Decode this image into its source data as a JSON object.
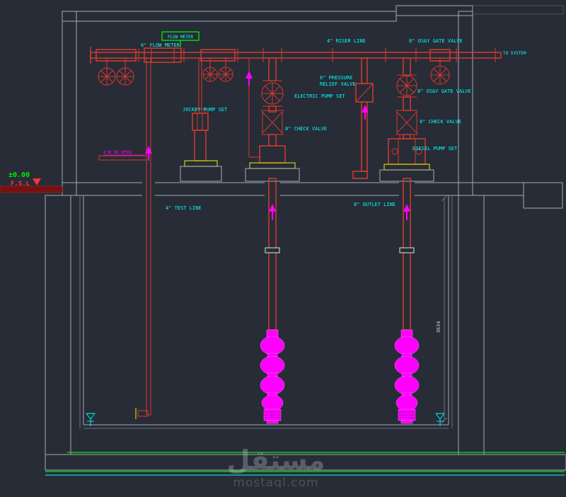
{
  "colors": {
    "background": "#272c36",
    "pipe_red": "#d8382e",
    "pump_magenta": "#ff00ff",
    "label_cyan": "#00ffff",
    "level_green": "#00ee00",
    "structure_gray": "#a6adb6",
    "fsl_bar_maroon": "#771111"
  },
  "labels": {
    "flow_meter": "6\" FLOW METER",
    "flow_tag": "FLOW METER",
    "riser_line": "4\" RISER LINE",
    "osy_gate_top": "8\" OS&Y GATE VALVE",
    "to_system": "TO SYSTEM",
    "pressure_relief_l1": "6\" PRESSURE",
    "pressure_relief_l2": "RELIEF VALVE",
    "electric_pump_set": "ELECTRIC PUMP SET",
    "osy_gate_right": "8\" OS&Y GATE VALVE",
    "check_valve_electric": "8\" CHECK VALVE",
    "check_valve_diesel": "8\" CHECK VALVE",
    "jockey_pump_set": "JOCKEY PUMP SET",
    "diesel_pump_set": "DIESEL PUMP SET",
    "open_note": "4\"Ø IN OPEN",
    "level_zero": "±0.00",
    "fsl": "F.S.L",
    "test_line": "4\" TEST LINE",
    "outlet_line": "8\" OUTLET LINE",
    "dim_height": "3634"
  },
  "watermark": {
    "arabic": "مستقل",
    "latin": "mostaql.com"
  }
}
